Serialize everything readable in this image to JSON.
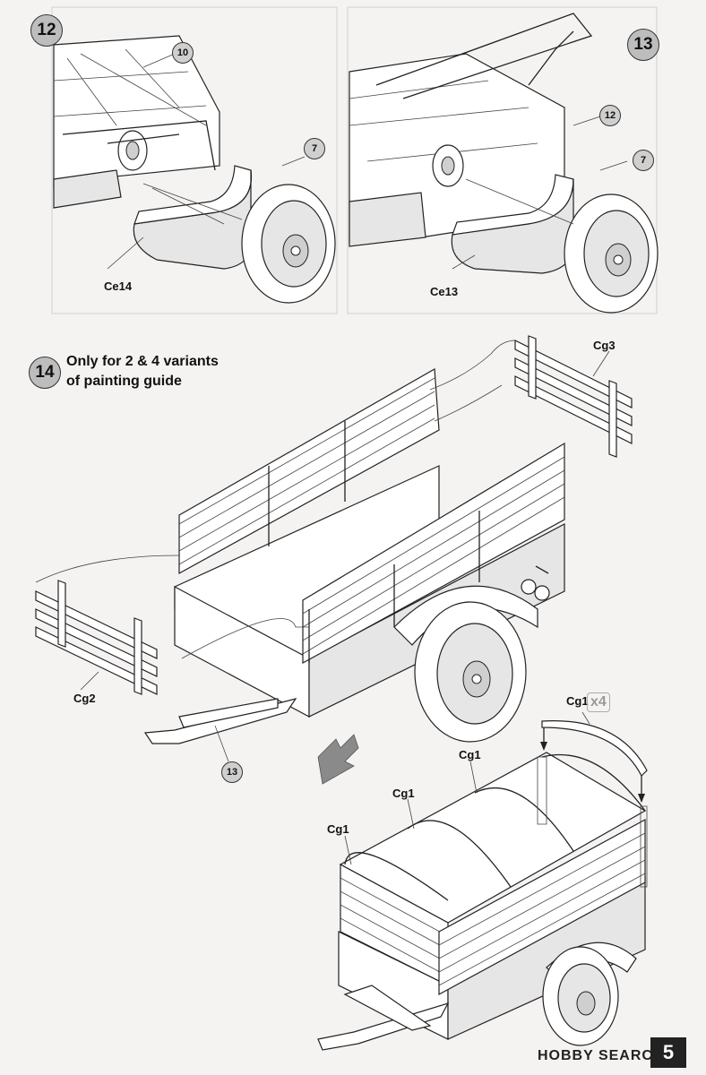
{
  "steps": {
    "s12": {
      "number": "12"
    },
    "s13": {
      "number": "13"
    },
    "s14": {
      "number": "14",
      "note_line1": "Only for 2 & 4 variants",
      "note_line2": "of painting guide"
    }
  },
  "callouts": {
    "c10": "10",
    "c7a": "7",
    "c12": "12",
    "c7b": "7",
    "c13": "13"
  },
  "parts": {
    "ce14": "Ce14",
    "ce13": "Ce13",
    "cg3": "Cg3",
    "cg2": "Cg2",
    "cg1_x4": "Cg1",
    "cg1_a": "Cg1",
    "cg1_b": "Cg1",
    "cg1_c": "Cg1"
  },
  "quantity": "x4",
  "watermark": "HOBBY SEARCH",
  "page_number": "5"
}
